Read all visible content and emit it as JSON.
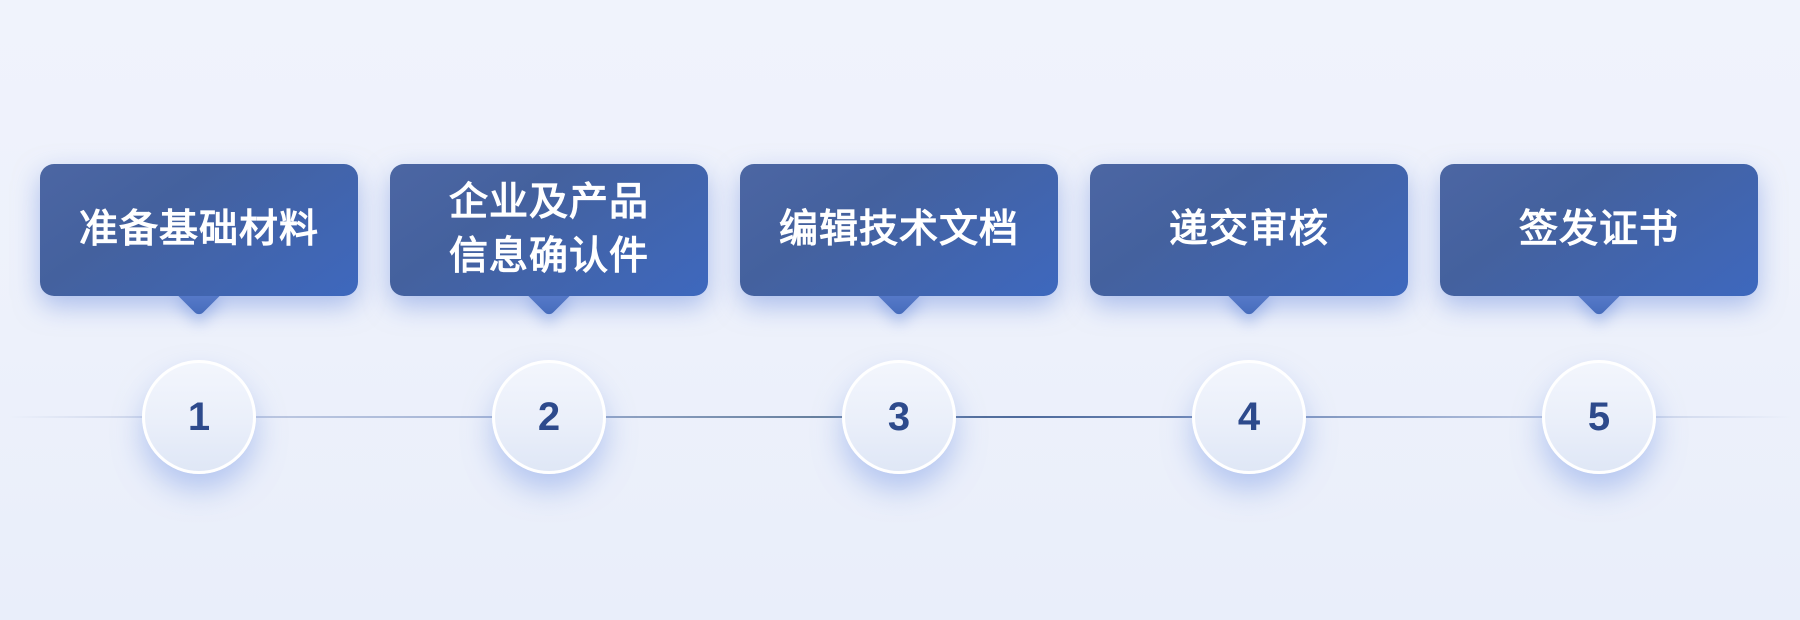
{
  "diagram": {
    "type": "process-stepper",
    "steps": [
      {
        "number": "1",
        "label": "准备基础材料"
      },
      {
        "number": "2",
        "label": "企业及产品\n信息确认件"
      },
      {
        "number": "3",
        "label": "编辑技术文档"
      },
      {
        "number": "4",
        "label": "递交审核"
      },
      {
        "number": "5",
        "label": "签发证书"
      }
    ],
    "colors": {
      "background": "#edf1fb",
      "bubble_top": "#48639f",
      "bubble_bottom": "#3e68be",
      "bubble_text": "#ffffff",
      "bubble_glow": "#94aee4",
      "circle_fill_top": "#f3f6fd",
      "circle_fill_bottom": "#dfe7f6",
      "circle_border": "#ffffff",
      "number_text": "#2d4a8c",
      "connector_dark": "#4e6b9d",
      "connector_light": "#c4cee5"
    }
  }
}
